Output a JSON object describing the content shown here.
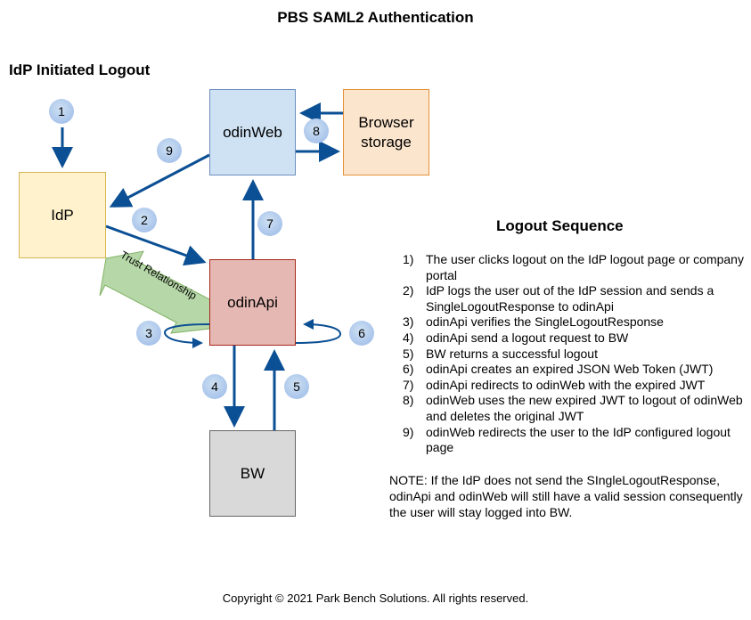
{
  "title": "PBS SAML2 Authentication",
  "subtitle": "IdP Initiated Logout",
  "nodes": {
    "idp": "IdP",
    "odinweb": "odinWeb",
    "browser_storage": "Browser storage",
    "odinapi": "odinApi",
    "bw": "BW"
  },
  "trust_label": "Trust Relationship",
  "badges": [
    "1",
    "2",
    "3",
    "4",
    "5",
    "6",
    "7",
    "8",
    "9"
  ],
  "colors": {
    "arrow": "#0b4f94",
    "idp_fill": "#fff2cc",
    "odinweb_fill": "#cfe2f3",
    "browser_fill": "#fce5cd",
    "odinapi_fill": "#e6b8b3",
    "bw_fill": "#d9d9d9",
    "trust_fill": "#b6d7a8"
  },
  "sequence": {
    "title": "Logout Sequence",
    "steps": [
      {
        "num": "1)",
        "text": "The user clicks logout on the IdP logout page or company portal"
      },
      {
        "num": "2)",
        "text": "IdP logs the user out of the IdP session and sends a SingleLogoutResponse to odinApi"
      },
      {
        "num": "3)",
        "text": "odinApi verifies the SingleLogoutResponse"
      },
      {
        "num": "4)",
        "text": "odinApi send a logout request to BW"
      },
      {
        "num": "5)",
        "text": "BW returns a successful logout"
      },
      {
        "num": "6)",
        "text": "odinApi creates an expired JSON Web Token (JWT)"
      },
      {
        "num": "7)",
        "text": "odinApi redirects to odinWeb with the expired JWT"
      },
      {
        "num": "8)",
        "text": "odinWeb uses the new expired JWT to logout of odinWeb and deletes the original JWT"
      },
      {
        "num": "9)",
        "text": "odinWeb redirects the user to the IdP configured logout page"
      }
    ]
  },
  "note": "NOTE: If the IdP does not send the SIngleLogoutResponse, odinApi and odinWeb will still have a valid session consequently the user will stay logged into BW.",
  "copyright": "Copyright © 2021 Park Bench Solutions. All rights reserved."
}
